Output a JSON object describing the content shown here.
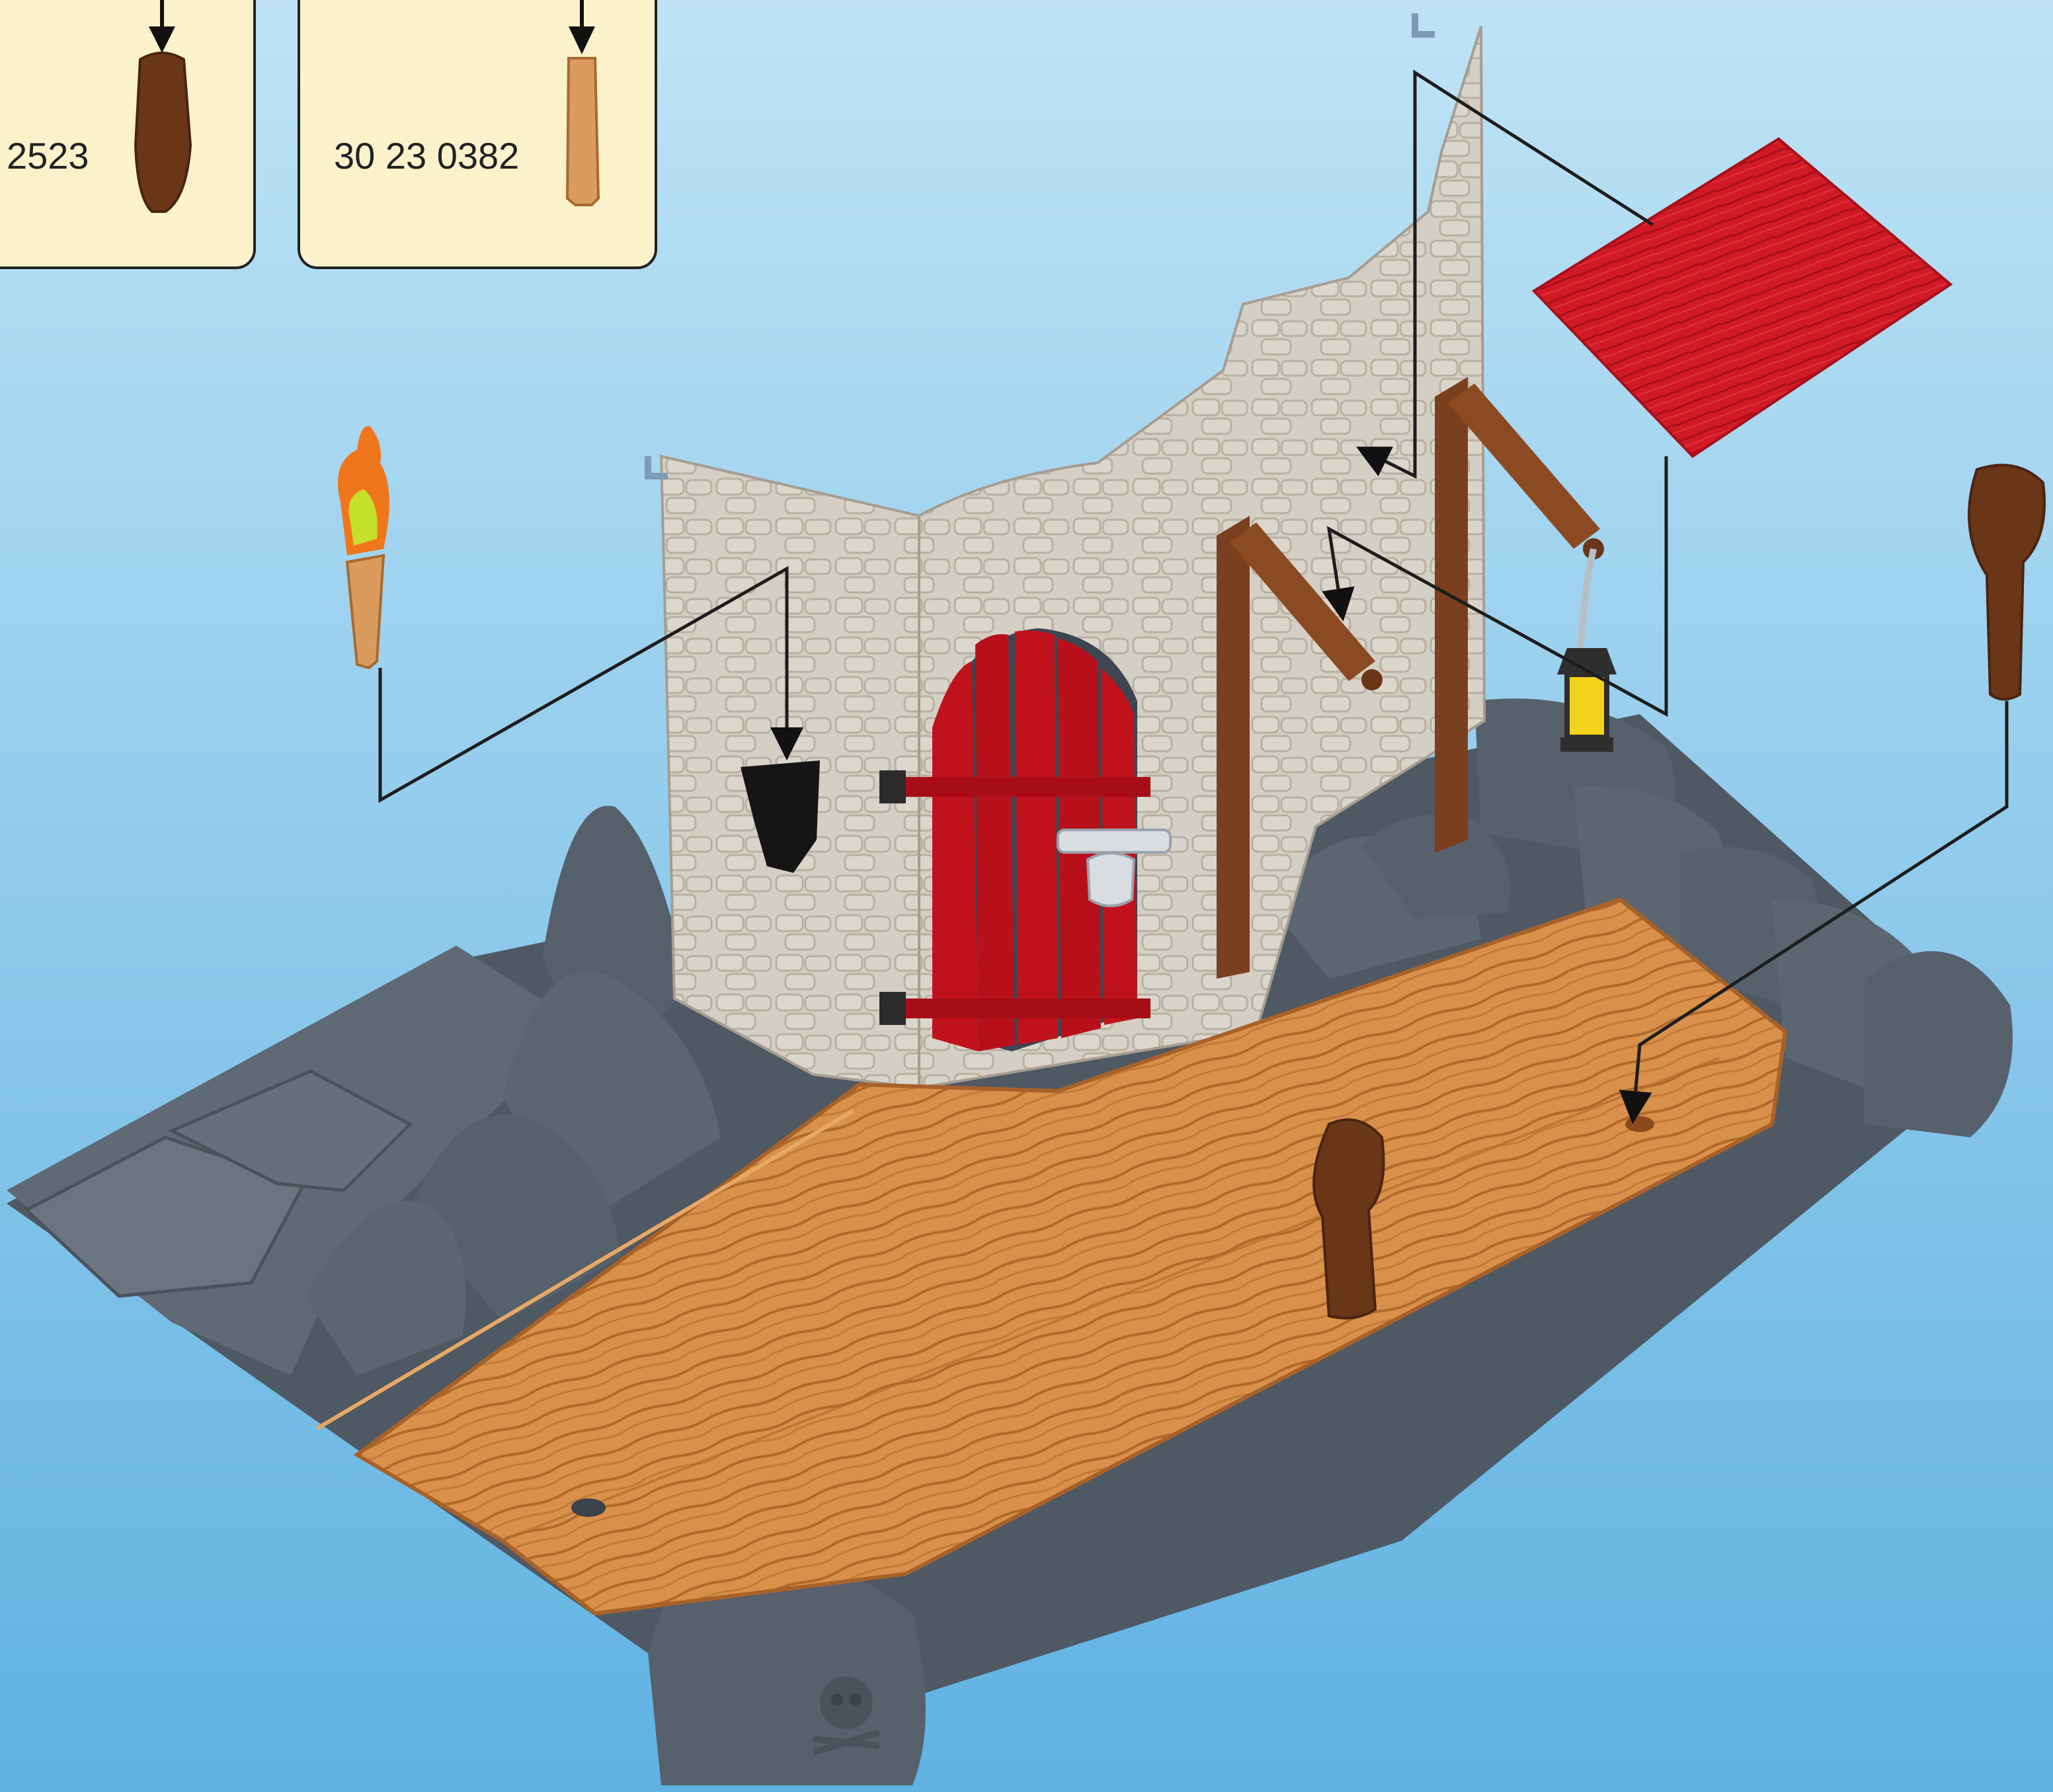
{
  "part_cards": [
    {
      "code": "2523",
      "part": "dark-brown-post"
    },
    {
      "code": "30 23 0382",
      "part": "light-wood-post"
    }
  ],
  "colors": {
    "background_top": "#bfe3f5",
    "background_bottom": "#5fb2e2",
    "card_fill": "#fbf2cc",
    "rock_gray": "#5a6470",
    "wall_stone": "#d4cfc5",
    "door_red": "#c0121d",
    "roof_red": "#d01a25",
    "plank_wood": "#d8904a",
    "beam_brown": "#7a3f1e",
    "dark_post": "#6a3618",
    "light_post": "#d99b5e",
    "lantern_yellow": "#f2d21a",
    "flame_orange": "#f0761c",
    "guide_line": "#1d1d1d"
  },
  "icons": [
    "torch-icon",
    "lantern-icon",
    "padlock-icon",
    "skull-icon",
    "arrow-icon"
  ]
}
